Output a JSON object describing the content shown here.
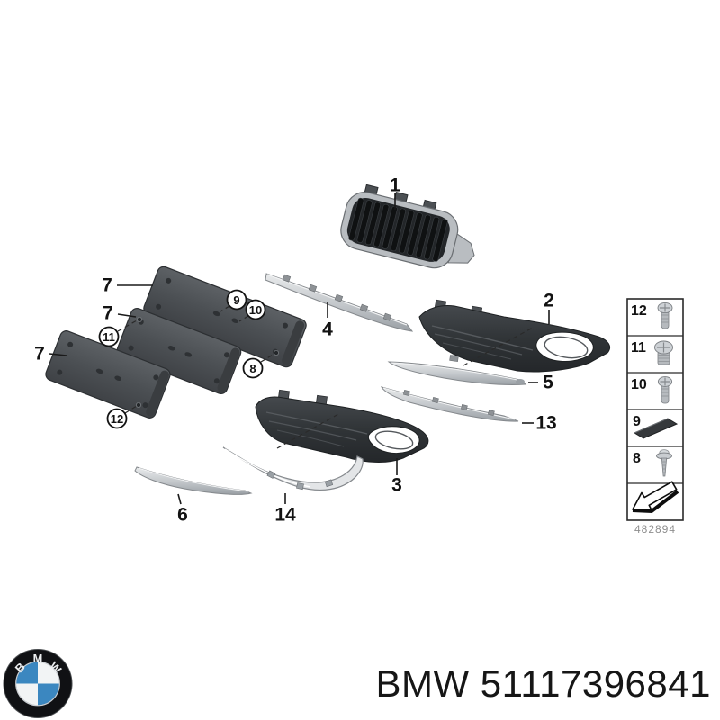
{
  "diagram": {
    "parts": {
      "kidney_grille": {
        "label": "1"
      },
      "lower_grille_right": {
        "label": "2"
      },
      "lower_grille_left": {
        "label": "3"
      },
      "trim_strip": {
        "label": "4"
      },
      "trim_blade_right_upper": {
        "label": "5"
      },
      "trim_blade_left_small": {
        "label": "6"
      },
      "plate_filler_top": {
        "label": "7"
      },
      "plate_filler_middle": {
        "label": "7"
      },
      "plate_filler_bottom": {
        "label": "7"
      },
      "trim_blade_right_lower": {
        "label": "13"
      },
      "trim_blade_left_long": {
        "label": "14"
      }
    },
    "fasteners": {
      "pad_9": {
        "label": "9"
      },
      "screw_10": {
        "label": "10"
      },
      "screw_11": {
        "label": "11"
      },
      "screw_8": {
        "label": "8"
      },
      "screw_12": {
        "label": "12"
      }
    },
    "legend": {
      "rows": [
        {
          "number": "12",
          "icon": "oval-head-screw-icon"
        },
        {
          "number": "11",
          "icon": "pan-head-screw-icon"
        },
        {
          "number": "10",
          "icon": "oval-head-screw-icon"
        },
        {
          "number": "9",
          "icon": "adhesive-pad-icon"
        },
        {
          "number": "8",
          "icon": "washer-head-screw-icon"
        },
        {
          "number": "",
          "icon": "direction-arrow-icon"
        }
      ],
      "drawing_number": "482894"
    }
  },
  "footer": {
    "part_label": "BMW 51117396841",
    "logo": {
      "letter_b": "B",
      "letter_m": "M",
      "letter_w": "W"
    },
    "colors": {
      "roundel_blue": "#3b87c0",
      "part_text": "#161616"
    }
  }
}
